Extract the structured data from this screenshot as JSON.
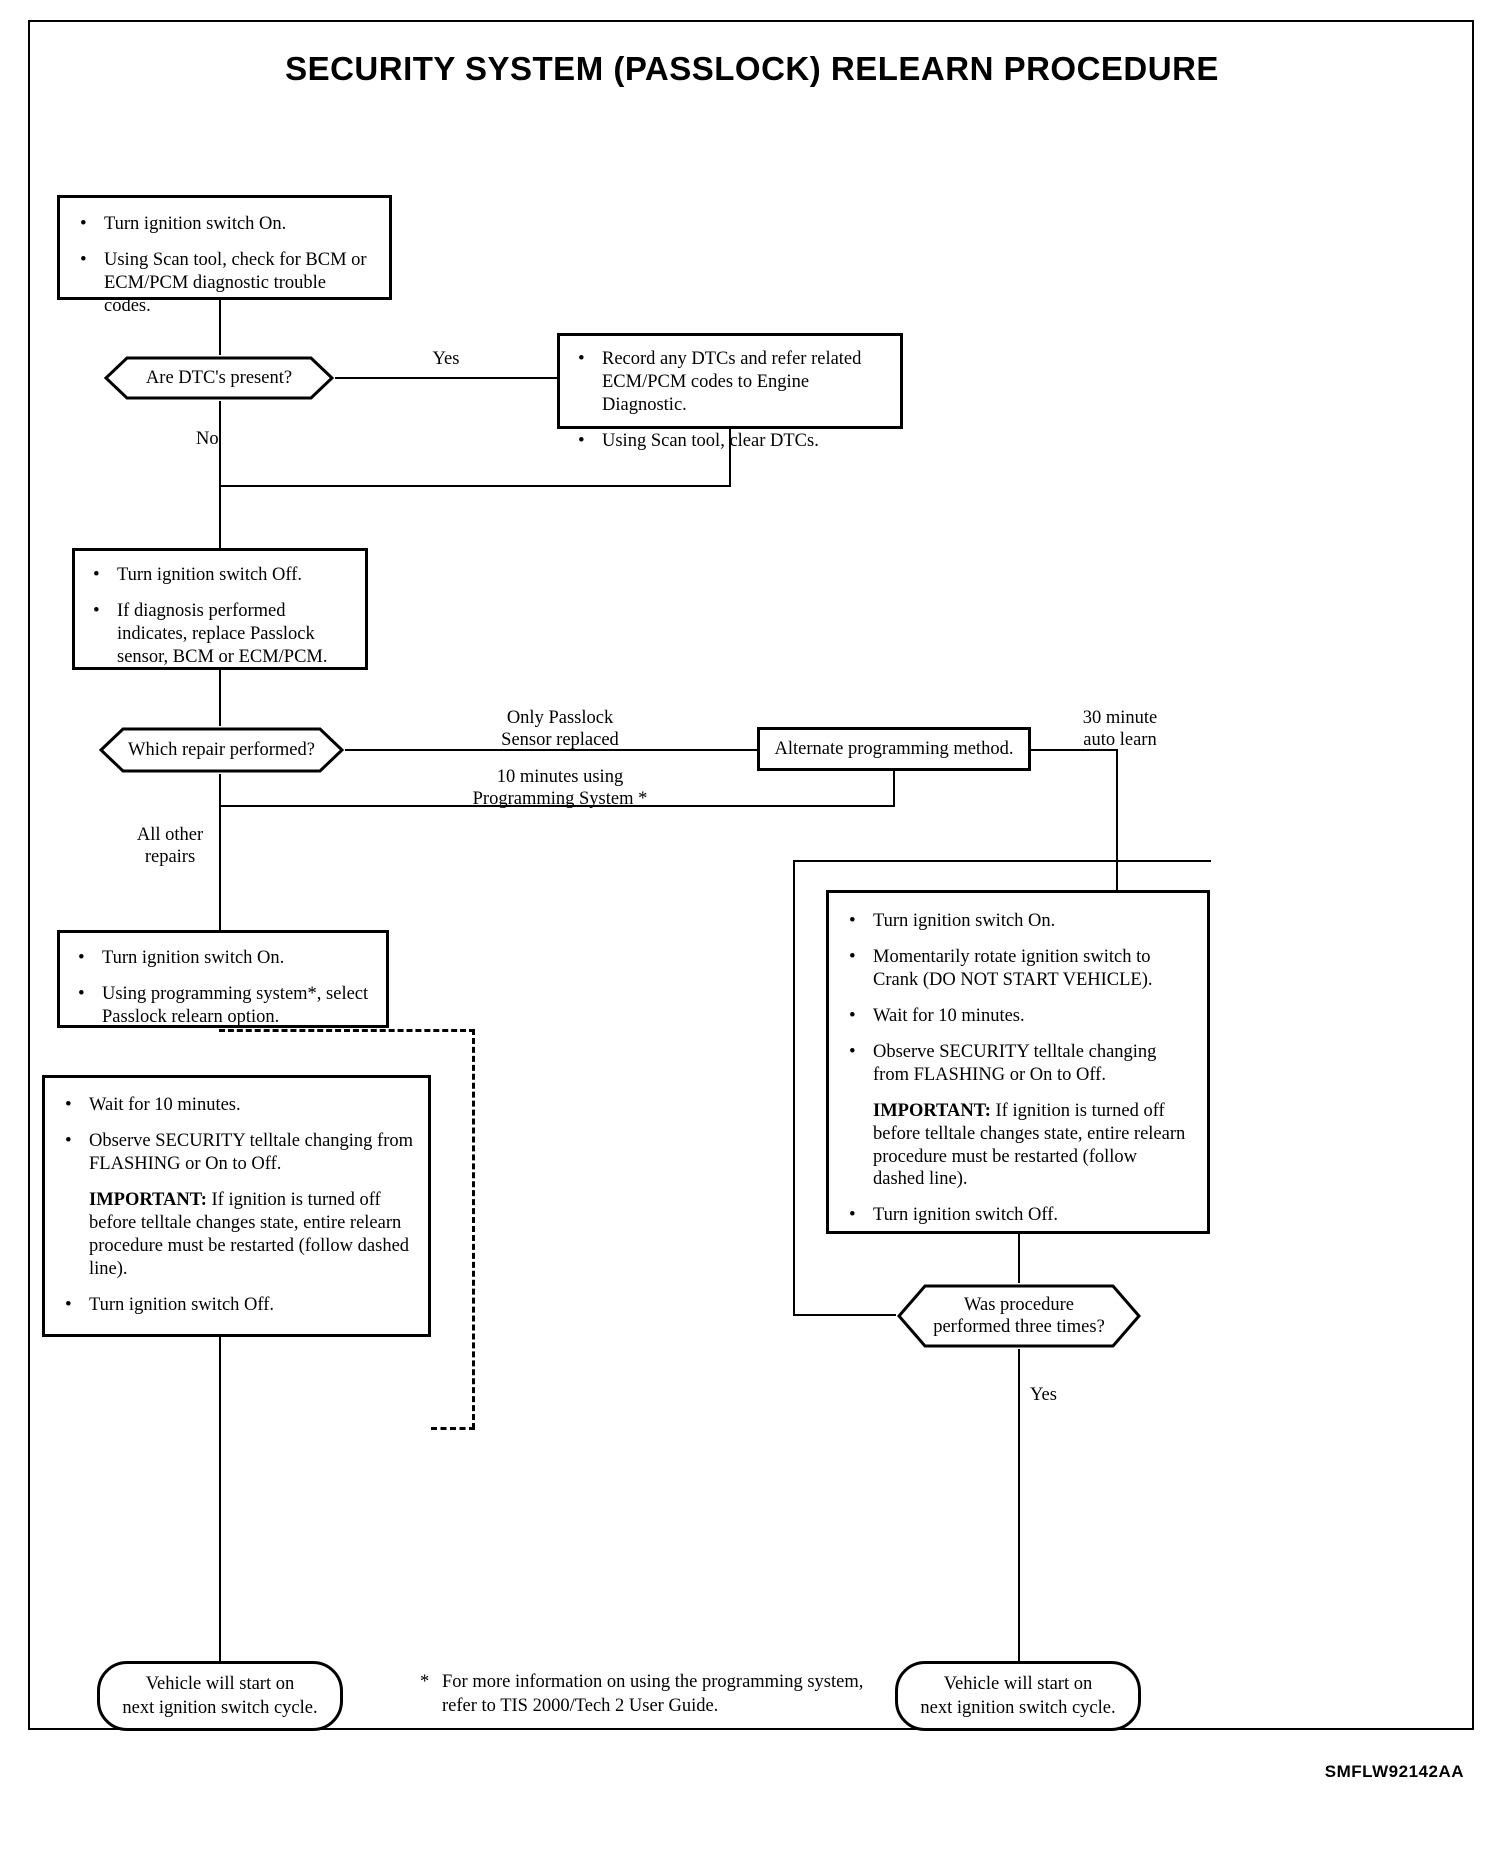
{
  "title": "SECURITY SYSTEM (PASSLOCK) RELEARN PROCEDURE",
  "doc_code": "SMFLW92142AA",
  "nodes": {
    "step1": {
      "name": "initial-check-box",
      "bullets": [
        "Turn ignition switch On.",
        "Using Scan tool, check for BCM or ECM/PCM diagnostic trouble codes."
      ]
    },
    "decision_dtc": {
      "name": "are-dtcs-present-decision",
      "text": "Are DTC's present?"
    },
    "step_record": {
      "name": "record-dtcs-box",
      "bullets": [
        "Record any DTCs and refer related ECM/PCM codes to Engine Diagnostic.",
        "Using Scan tool, clear DTCs."
      ]
    },
    "step_off": {
      "name": "ignition-off-repair-box",
      "bullets": [
        "Turn ignition switch Off.",
        "If diagnosis performed indicates, replace Passlock sensor, BCM or ECM/PCM."
      ]
    },
    "decision_repair": {
      "name": "which-repair-performed-decision",
      "text": "Which repair performed?"
    },
    "alt_method": {
      "name": "alternate-programming-method-box",
      "text": "Alternate programming method."
    },
    "step_prog": {
      "name": "programming-system-box",
      "bullets": [
        "Turn ignition switch On.",
        "Using programming system*, select Passlock relearn option."
      ]
    },
    "step_wait_left": {
      "name": "wait-observe-left-box",
      "bullets": [
        "Wait for 10 minutes.",
        "Observe SECURITY telltale changing from FLASHING or On to Off."
      ],
      "important_label": "IMPORTANT:",
      "important_text": " If ignition is turned off before telltale changes state, entire relearn procedure must be restarted (follow dashed line).",
      "bullets_after": [
        "Turn ignition switch Off."
      ]
    },
    "step_auto_right": {
      "name": "auto-learn-right-box",
      "bullets": [
        "Turn ignition switch On.",
        "Momentarily rotate ignition switch to Crank (DO NOT START VEHICLE).",
        "Wait for 10 minutes.",
        "Observe SECURITY telltale changing from FLASHING or On to Off."
      ],
      "important_label": "IMPORTANT:",
      "important_text": " If ignition is turned off before telltale changes state, entire relearn procedure must be restarted (follow dashed line).",
      "bullets_after": [
        "Turn ignition switch Off."
      ]
    },
    "decision_three": {
      "name": "performed-three-times-decision",
      "line1": "Was procedure",
      "line2": "performed three times?"
    },
    "terminal_left": {
      "name": "terminal-left",
      "line1": "Vehicle will start on",
      "line2": "next ignition switch cycle."
    },
    "terminal_right": {
      "name": "terminal-right",
      "line1": "Vehicle will start on",
      "line2": "next ignition switch cycle."
    }
  },
  "edge_labels": {
    "yes_dtc": "Yes",
    "no_dtc": "No",
    "only_passlock_l1": "Only Passlock",
    "only_passlock_l2": "Sensor replaced",
    "ten_minutes_l1": "10 minutes using",
    "ten_minutes_l2": "Programming System *",
    "all_other_l1": "All other",
    "all_other_l2": "repairs",
    "thirty_min_l1": "30 minute",
    "thirty_min_l2": "auto learn",
    "yes_three": "Yes"
  },
  "footnote": {
    "star": "*",
    "line1": "For more information on using the programming system,",
    "line2": "refer to TIS 2000/Tech 2 User Guide."
  },
  "colors": {
    "ink": "#000000",
    "paper": "#ffffff"
  }
}
